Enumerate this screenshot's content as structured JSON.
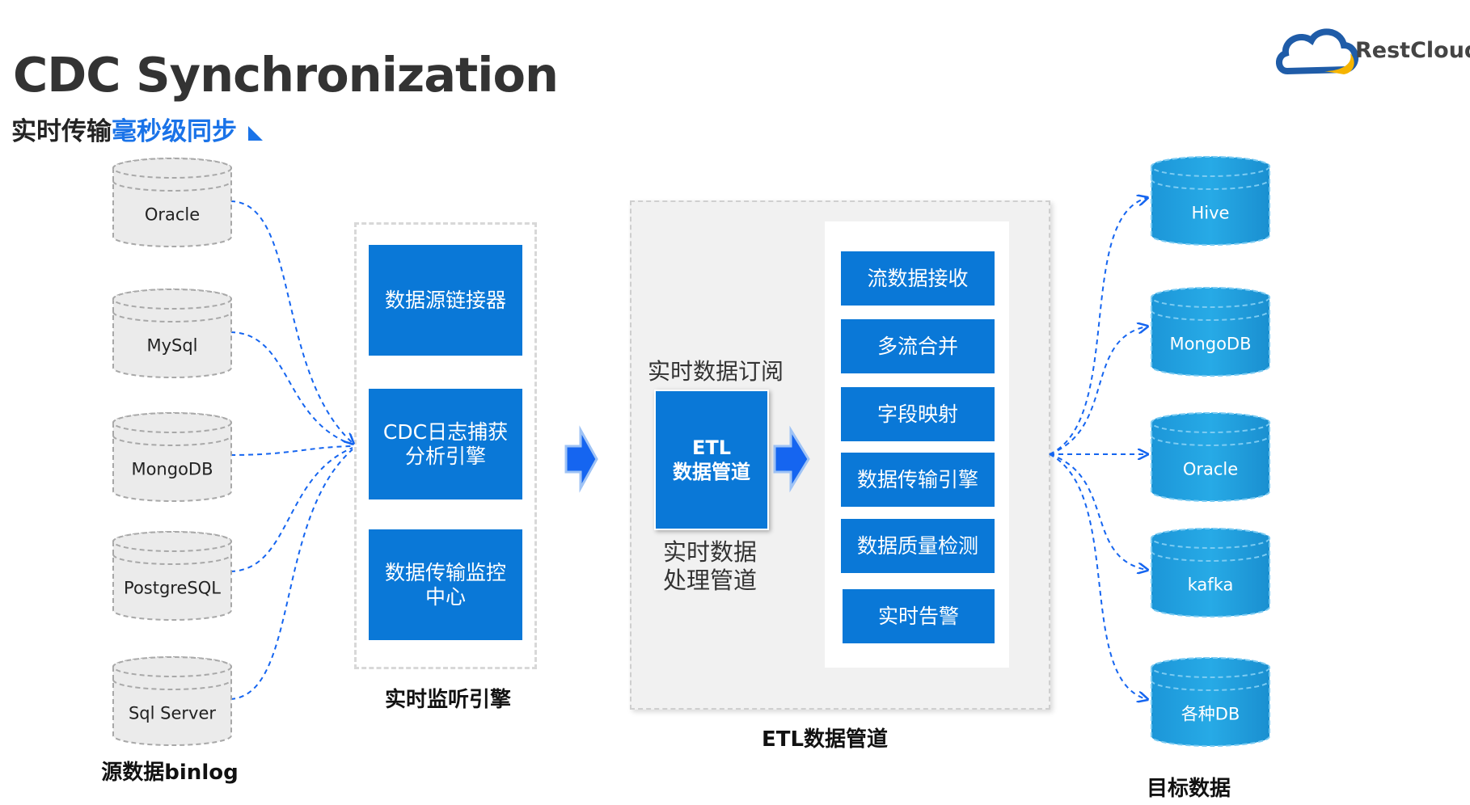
{
  "header": {
    "title": "CDC Synchronization",
    "subtitle_part1": "实时传输",
    "subtitle_part2": "毫秒级同步"
  },
  "logo": {
    "text": "RestCloud"
  },
  "sources": {
    "caption": "源数据binlog",
    "items": [
      "Oracle",
      "MySql",
      "MongoDB",
      "PostgreSQL",
      "Sql Server"
    ]
  },
  "listen_engine": {
    "caption": "实时监听引擎",
    "boxes": [
      "数据源链接器",
      "CDC日志捕获\n分析引擎",
      "数据传输监控\n中心"
    ]
  },
  "etl": {
    "caption": "ETL数据管道",
    "subscribe_label": "实时数据订阅",
    "core_line1": "ETL",
    "core_line2": "数据管道",
    "core_caption_line1": "实时数据",
    "core_caption_line2": "处理管道",
    "steps": [
      "流数据接收",
      "多流合并",
      "字段映射",
      "数据传输引擎",
      "数据质量检测",
      "实时告警"
    ]
  },
  "targets": {
    "caption": "目标数据",
    "items": [
      "Hive",
      "MongoDB",
      "Oracle",
      "kafka",
      "各种DB"
    ]
  },
  "colors": {
    "primary_blue": "#0a78d7",
    "target_blue": "#1aa0e0",
    "arrow_blue": "#1565f0",
    "source_gray": "#ebebeb"
  }
}
